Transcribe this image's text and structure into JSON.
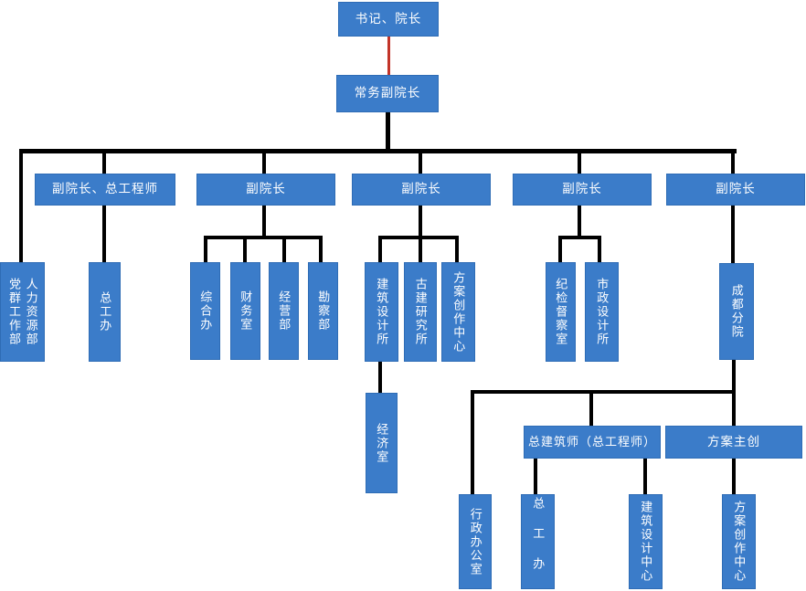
{
  "diagram": {
    "type": "org-chart",
    "language": "zh-CN",
    "colors": {
      "box_fill": "#3B7CC9",
      "box_border": "#2E6CB5",
      "box_text": "#FFFFFF",
      "connector": "#000000",
      "connector_red": "#C23428",
      "background": "#FFFFFF"
    },
    "nodes": {
      "secretary_dean": "书记、院长",
      "exec_vice_dean": "常务副院长",
      "party_mass_dept": "党群工作部",
      "hr_dept": "人力资源部",
      "vice_dean_chief_engineer": "副院长、总工程师",
      "chief_engineer_office": "总工办",
      "vice_dean_1": "副院长",
      "vice_dean_2": "副院长",
      "vice_dean_3": "副院长",
      "vice_dean_4": "副院长",
      "general_office": "综合办",
      "finance_office": "财务室",
      "business_dept": "经营部",
      "survey_dept": "勘察部",
      "arch_design_institute": "建筑设计所",
      "ancient_arch_institute": "古建研究所",
      "scheme_creation_center": "方案创作中心",
      "economy_office": "经济室",
      "discipline_inspection_office": "纪检督察室",
      "municipal_design_institute": "市政设计所",
      "chengdu_branch": "成都分院",
      "chief_architect": "总建筑师（总工程师）",
      "scheme_lead": "方案主创",
      "admin_office": "行政办公室",
      "chengdu_chief_engineer_office": "总工办",
      "arch_design_center": "建筑设计中心",
      "chengdu_scheme_creation_center": "方案创作中心"
    },
    "edges": [
      {
        "from": "secretary_dean",
        "to": "exec_vice_dean",
        "style": "red"
      },
      {
        "from": "exec_vice_dean",
        "to": "party_mass_dept_hr_dept"
      },
      {
        "from": "exec_vice_dean",
        "to": "vice_dean_chief_engineer"
      },
      {
        "from": "exec_vice_dean",
        "to": "vice_dean_1"
      },
      {
        "from": "exec_vice_dean",
        "to": "vice_dean_2"
      },
      {
        "from": "exec_vice_dean",
        "to": "vice_dean_3"
      },
      {
        "from": "exec_vice_dean",
        "to": "vice_dean_4"
      },
      {
        "from": "vice_dean_chief_engineer",
        "to": "chief_engineer_office"
      },
      {
        "from": "vice_dean_1",
        "to": "general_office"
      },
      {
        "from": "vice_dean_1",
        "to": "finance_office"
      },
      {
        "from": "vice_dean_1",
        "to": "business_dept"
      },
      {
        "from": "vice_dean_1",
        "to": "survey_dept"
      },
      {
        "from": "vice_dean_2",
        "to": "arch_design_institute"
      },
      {
        "from": "vice_dean_2",
        "to": "ancient_arch_institute"
      },
      {
        "from": "vice_dean_2",
        "to": "scheme_creation_center"
      },
      {
        "from": "arch_design_institute",
        "to": "economy_office"
      },
      {
        "from": "vice_dean_3",
        "to": "discipline_inspection_office"
      },
      {
        "from": "vice_dean_3",
        "to": "municipal_design_institute"
      },
      {
        "from": "vice_dean_4",
        "to": "chengdu_branch"
      },
      {
        "from": "chengdu_branch",
        "to": "admin_office"
      },
      {
        "from": "chengdu_branch",
        "to": "chief_architect"
      },
      {
        "from": "chengdu_branch",
        "to": "scheme_lead"
      },
      {
        "from": "chief_architect",
        "to": "chengdu_chief_engineer_office"
      },
      {
        "from": "chief_architect",
        "to": "arch_design_center"
      },
      {
        "from": "scheme_lead",
        "to": "chengdu_scheme_creation_center"
      }
    ]
  }
}
